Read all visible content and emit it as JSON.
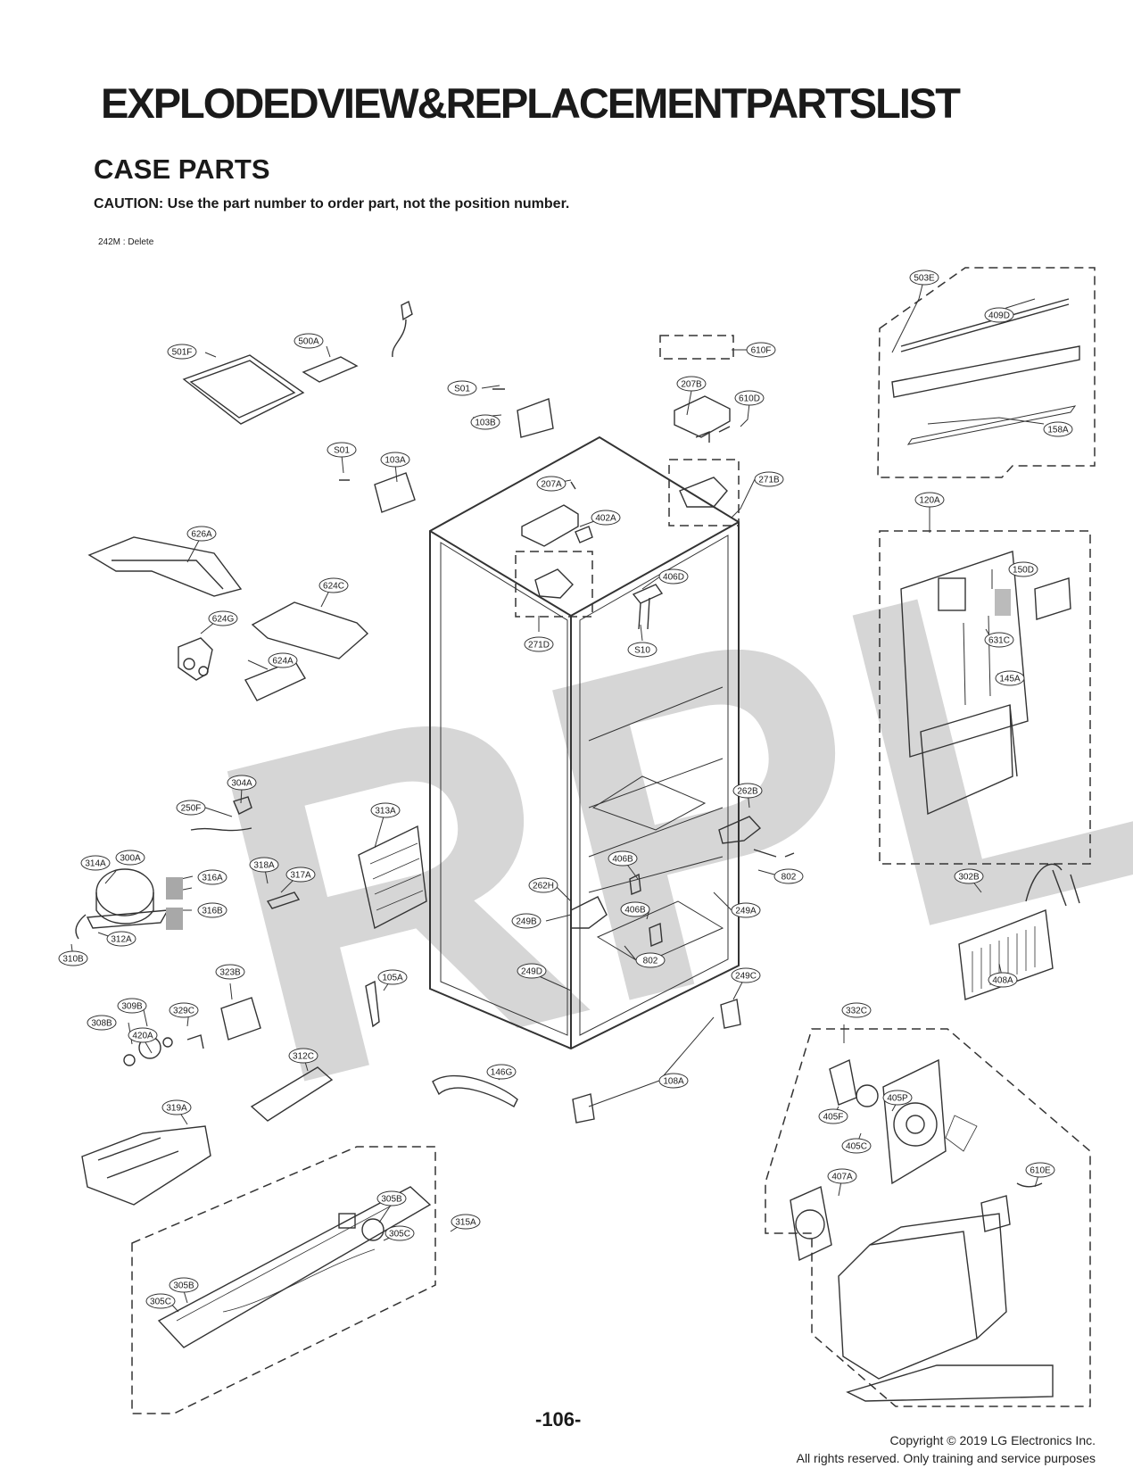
{
  "page": {
    "title": "EXPLODEDVIEW&REPLACEMENTPARTSLIST",
    "section": "CASE PARTS",
    "caution": "CAUTION: Use the part number to order part, not the position number.",
    "note": "242M : Delete",
    "watermark": "RPL",
    "page_number": "-106-",
    "copyright_line1": "Copyright © 2019 LG Electronics Inc.",
    "copyright_line2": "All rights reserved. Only training and service purposes"
  },
  "labels": [
    "503E",
    "409D",
    "158A",
    "610F",
    "207B",
    "610D",
    "501F",
    "500A",
    "S01",
    "103B",
    "S01",
    "103A",
    "207A",
    "271B",
    "402A",
    "120A",
    "626A",
    "624C",
    "406D",
    "150D",
    "624G",
    "271D",
    "S10",
    "631C",
    "624A",
    "145A",
    "304A",
    "250F",
    "313A",
    "262B",
    "314A",
    "300A",
    "316A",
    "318A",
    "317A",
    "406B",
    "262H",
    "316B",
    "249B",
    "406B",
    "249A",
    "802",
    "312A",
    "310B",
    "802",
    "302B",
    "249D",
    "323B",
    "105A",
    "249C",
    "408A",
    "309B",
    "329C",
    "332C",
    "308B",
    "420A",
    "312C",
    "146G",
    "108A",
    "405P",
    "405F",
    "405C",
    "319A",
    "407A",
    "610E",
    "305B",
    "315A",
    "305C",
    "305B",
    "305C"
  ],
  "colors": {
    "ink": "#1a1a1a",
    "line": "#333333",
    "watermark": "#d6d6d6",
    "gray_block": "#a8a8a8"
  }
}
